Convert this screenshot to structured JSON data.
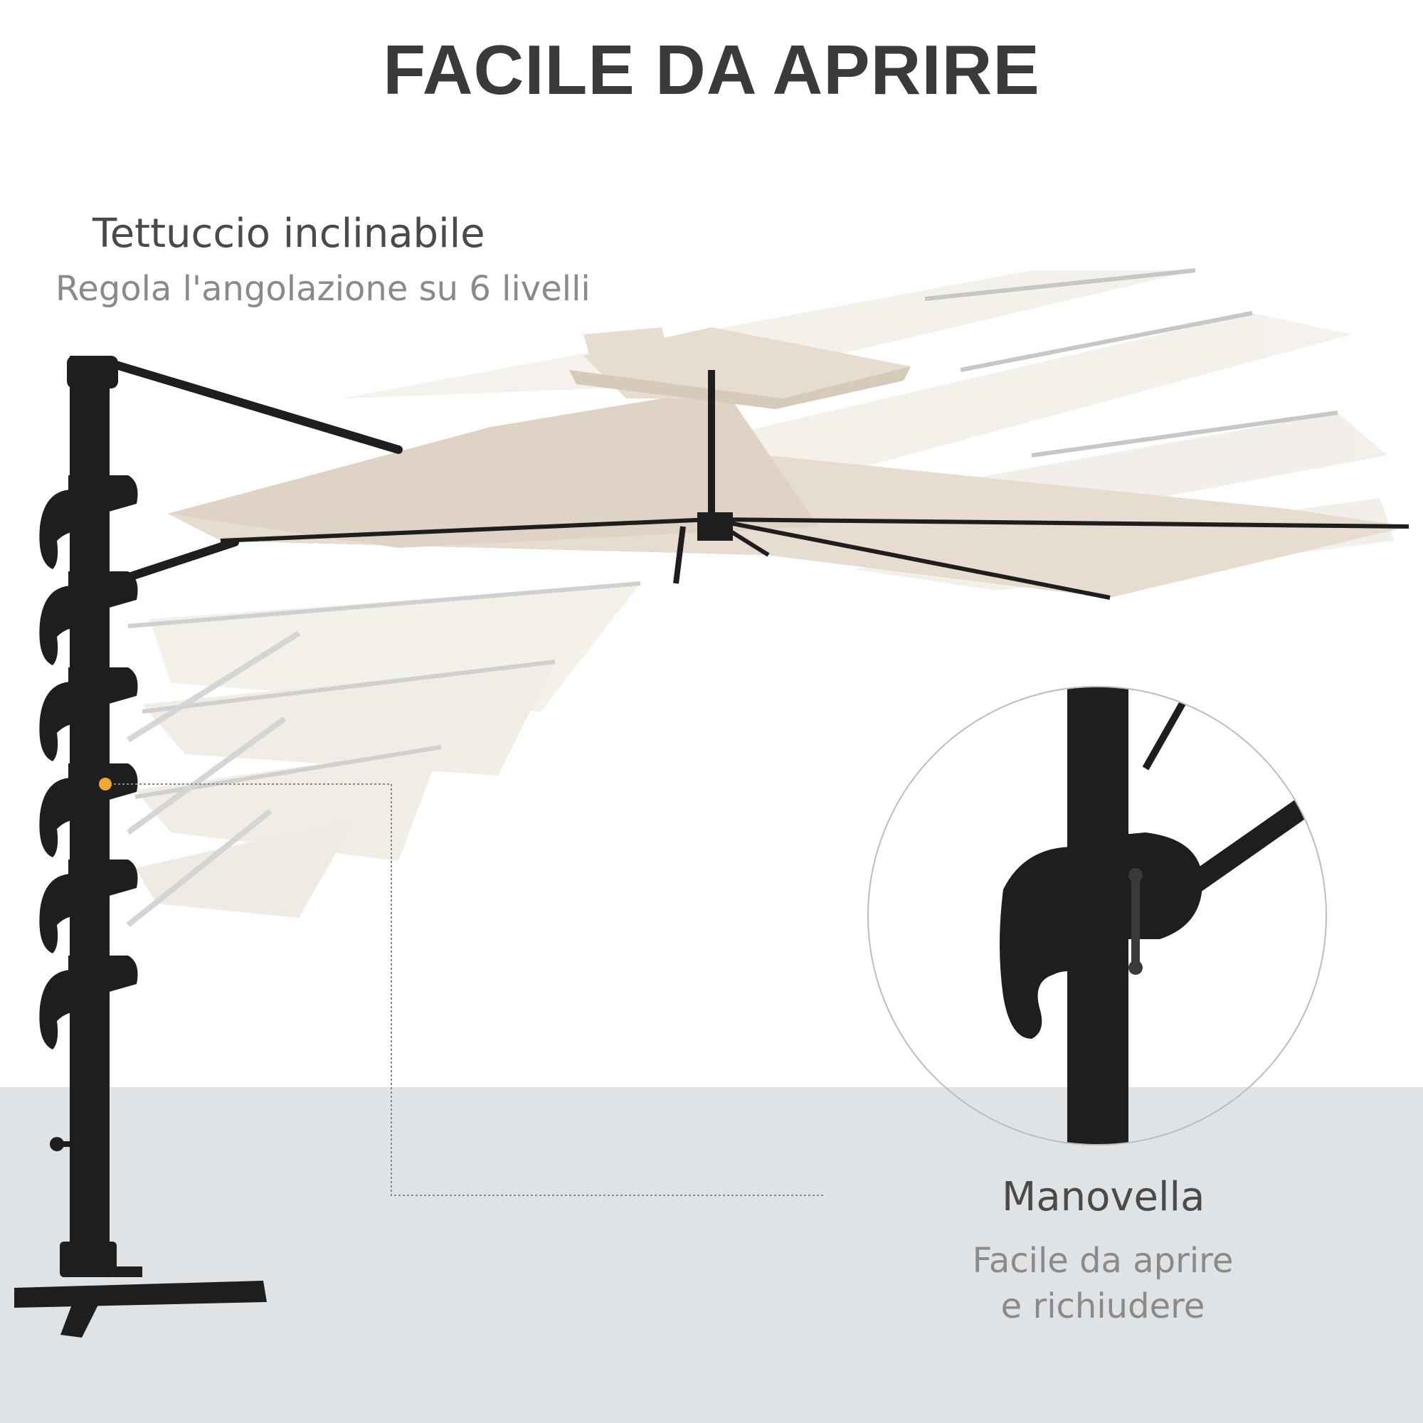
{
  "title": "FACILE DA APRIRE",
  "tilt_feature": {
    "heading": "Tettuccio inclinabile",
    "description": "Regola l'angolazione su 6 livelli"
  },
  "crank_feature": {
    "heading": "Manovella",
    "description_line1": "Facile da aprire",
    "description_line2": "e richiudere"
  },
  "tilt_levels": 6,
  "colors": {
    "canopy": "#e6ddd0",
    "canopy_underside": "#7c6f60",
    "frame": "#1e1e1e",
    "floor": "#dfe3e5",
    "title": "#3a3a3a",
    "heading": "#4a4a4a",
    "subtext": "#8a8a8a",
    "marker": "#f0a830"
  }
}
